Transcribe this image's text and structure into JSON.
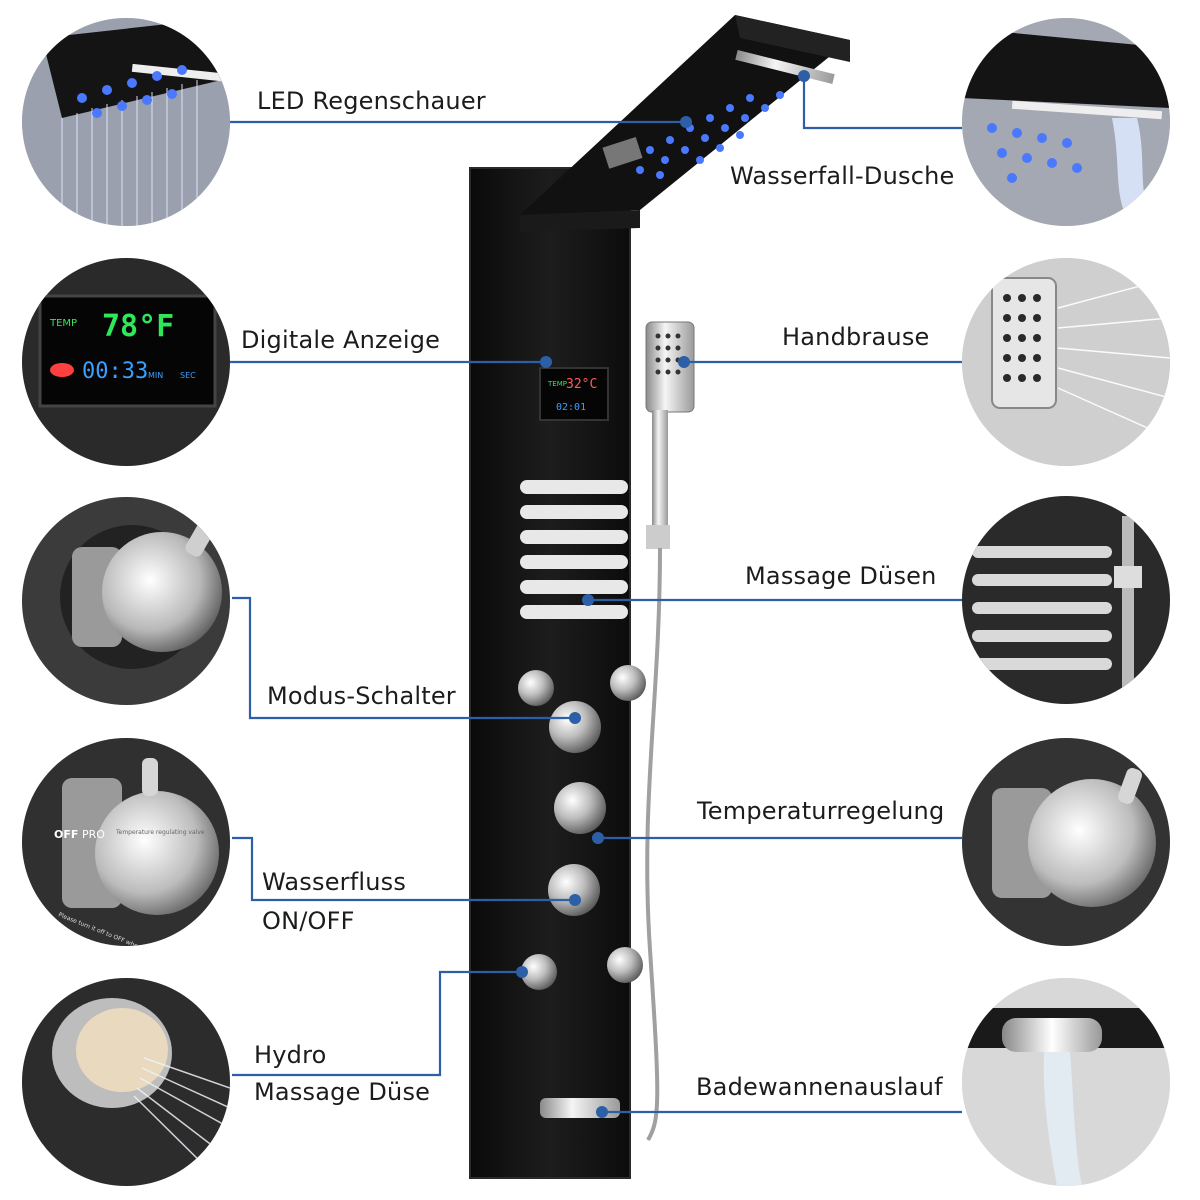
{
  "labels": {
    "led_rain": "LED Regenschauer",
    "waterfall": "Wasserfall-Dusche",
    "display": "Digitale Anzeige",
    "handheld": "Handbrause",
    "massage_jets": "Massage Düsen",
    "mode_switch": "Modus-Schalter",
    "temperature": "Temperaturregelung",
    "waterflow_line1": "Wasserfluss",
    "waterflow_line2": "ON/OFF",
    "hydro_line1": "Hydro",
    "hydro_line2": "Massage Düse",
    "tub_spout": "Badewannenauslauf"
  },
  "display_detail": {
    "temp_label": "TEMP",
    "temp_value": "78°F",
    "time_value": "00:33",
    "time_unit_min": "MIN",
    "time_unit_sec": "SEC"
  },
  "panel_display": {
    "temp_label": "TEMP",
    "temp_value": "32°C",
    "time_value": "02:01"
  },
  "knob_engraving": {
    "off_text": "OFF",
    "pro_text": "PRO",
    "regulating_text": "Temperature regulating valve",
    "turn_text": "Please turn it off to OFF when not in use"
  },
  "colors": {
    "accent_line": "#2d5fa6",
    "panel_black": "#141414",
    "led_blue": "#3b6fff",
    "display_green": "#2ee85a",
    "display_blue": "#3aa0ff",
    "chrome": "#d9d9d9"
  }
}
